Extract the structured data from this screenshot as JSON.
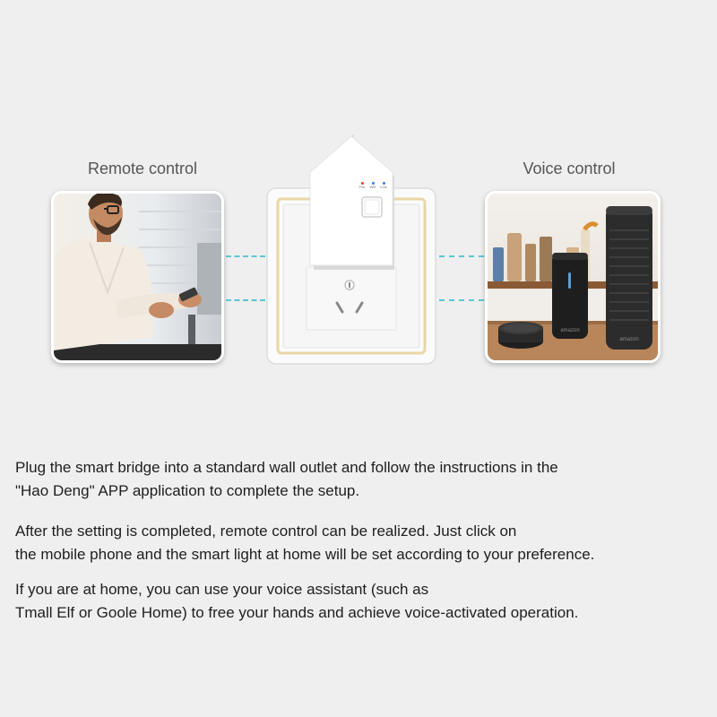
{
  "labels": {
    "remote": "Remote control",
    "voice": "Voice control"
  },
  "device": {
    "indicators": [
      "Pwr",
      "Wifi",
      "Link"
    ],
    "indicator_colors": [
      "#e0403a",
      "#3a7be0",
      "#3a7be0"
    ]
  },
  "speakers": {
    "small_brand": "amazon",
    "tall_brand": "amazon"
  },
  "paragraphs": [
    {
      "lines": [
        "Plug the smart bridge into a standard wall outlet and follow the instructions in the",
        "\"Hao Deng\" APP application to complete the setup."
      ]
    },
    {
      "lines": [
        "After the setting is completed, remote control can be realized. Just click on",
        "the mobile phone and the smart light at home will be set according to your preference."
      ]
    },
    {
      "lines": [
        "If you are at home, you can use your voice assistant (such as",
        "Tmall Elf or Goole Home) to free your hands and achieve voice-activated operation."
      ]
    }
  ],
  "colors": {
    "accent_dash": "#58c7d8",
    "background": "#efefef"
  }
}
